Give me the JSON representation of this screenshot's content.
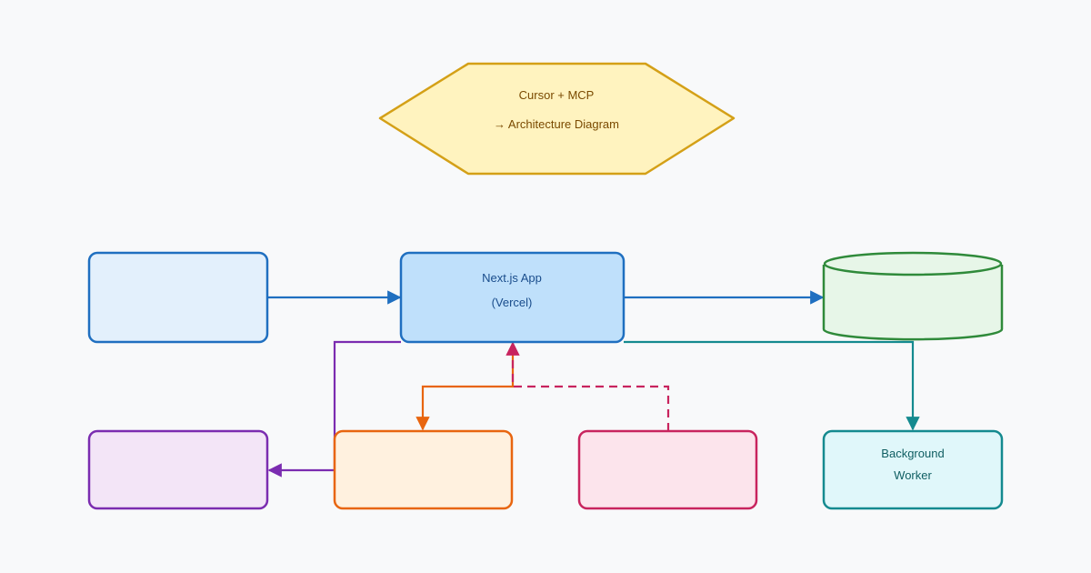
{
  "colors": {
    "background": "#f8f9fa",
    "title_fill": "#fff3bf",
    "title_stroke": "#d4a017",
    "title_text": "#7a4a00",
    "blue_stroke": "#1f6fc0",
    "blue_fill_light": "#e3f0fc",
    "blue_fill": "#bfe0fb",
    "blue_text": "#1a4d8c",
    "green_stroke": "#2f8a3a",
    "green_fill": "#e7f6e8",
    "purple_stroke": "#7b2cb0",
    "purple_fill": "#f3e5f7",
    "orange_stroke": "#e8650f",
    "orange_fill": "#fff1df",
    "pink_stroke": "#c8245e",
    "pink_fill": "#fce4ec",
    "teal_stroke": "#148a8f",
    "teal_fill": "#e0f7fa",
    "teal_text": "#0f5e62"
  },
  "nodes": {
    "title": {
      "line1": "Cursor + MCP",
      "line2": "→ Architecture Diagram"
    },
    "client": {
      "line1": "",
      "line2": ""
    },
    "nextjs_app": {
      "line1": "Next.js App",
      "line2": "(Vercel)"
    },
    "database": {
      "line1": "",
      "line2": ""
    },
    "purple_service": {
      "line1": "",
      "line2": ""
    },
    "orange_service": {
      "line1": "",
      "line2": ""
    },
    "pink_service": {
      "line1": "",
      "line2": ""
    },
    "background_worker": {
      "line1": "Background",
      "line2": "Worker"
    }
  },
  "edges": [
    {
      "from": "client",
      "to": "nextjs_app",
      "style": "solid",
      "color": "blue"
    },
    {
      "from": "nextjs_app",
      "to": "database",
      "style": "solid",
      "color": "blue"
    },
    {
      "from": "nextjs_app",
      "to": "purple_service",
      "style": "solid",
      "color": "purple"
    },
    {
      "from": "nextjs_app",
      "to": "orange_service",
      "style": "solid",
      "color": "orange"
    },
    {
      "from": "pink_service",
      "to": "nextjs_app",
      "style": "dashed",
      "color": "pink"
    },
    {
      "from": "nextjs_app",
      "to": "background_worker",
      "style": "solid",
      "color": "teal"
    }
  ]
}
